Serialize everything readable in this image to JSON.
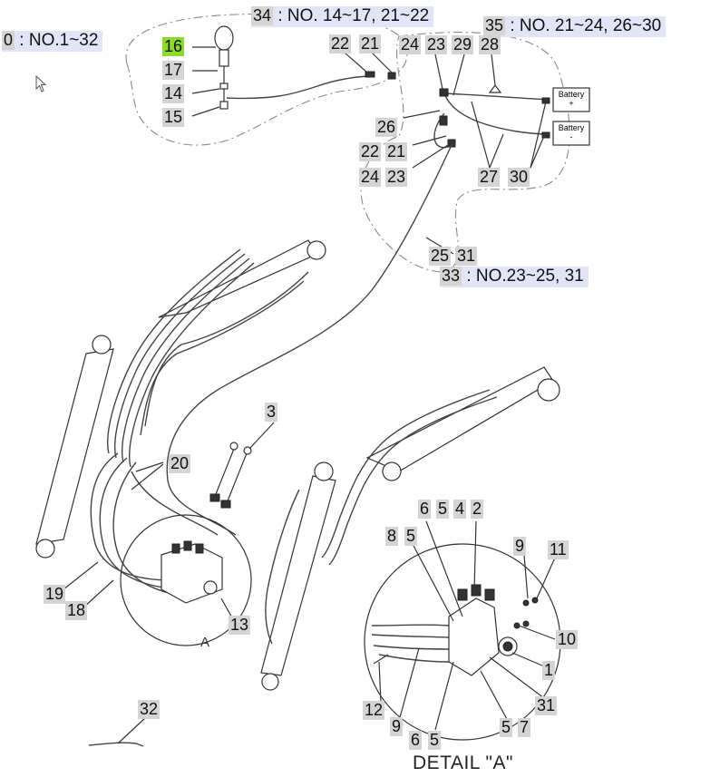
{
  "notes": {
    "main": {
      "num": "0",
      "text": ": NO.1~32"
    },
    "grip": {
      "num": "34",
      "text": ": NO. 14~17, 21~22"
    },
    "battery": {
      "num": "35",
      "text": ": NO. 21~24, 26~30"
    },
    "harness": {
      "num": "33",
      "text": ": NO.23~25, 31"
    }
  },
  "battery_labels": {
    "top": "Battery",
    "top_sign": "+",
    "bottom": "Battery",
    "bottom_sign": "-"
  },
  "callouts": [
    "16",
    "17",
    "14",
    "15",
    "22",
    "21",
    "24",
    "23",
    "29",
    "28",
    "26",
    "22",
    "21",
    "24",
    "23",
    "27",
    "30",
    "25",
    "31",
    "3",
    "20",
    "19",
    "18",
    "13",
    "6",
    "5",
    "4",
    "2",
    "8",
    "5",
    "9",
    "11",
    "10",
    "1",
    "31",
    "12",
    "9",
    "6",
    "5",
    "5",
    "7",
    "32"
  ],
  "selected_callout": "16",
  "detail_letter": "A",
  "detail_caption": "DETAIL \"A\"",
  "colors": {
    "callout_bg": "#d4d4d4",
    "selected_bg": "#8bdc2a",
    "note_bg": "#e3e4f8"
  }
}
